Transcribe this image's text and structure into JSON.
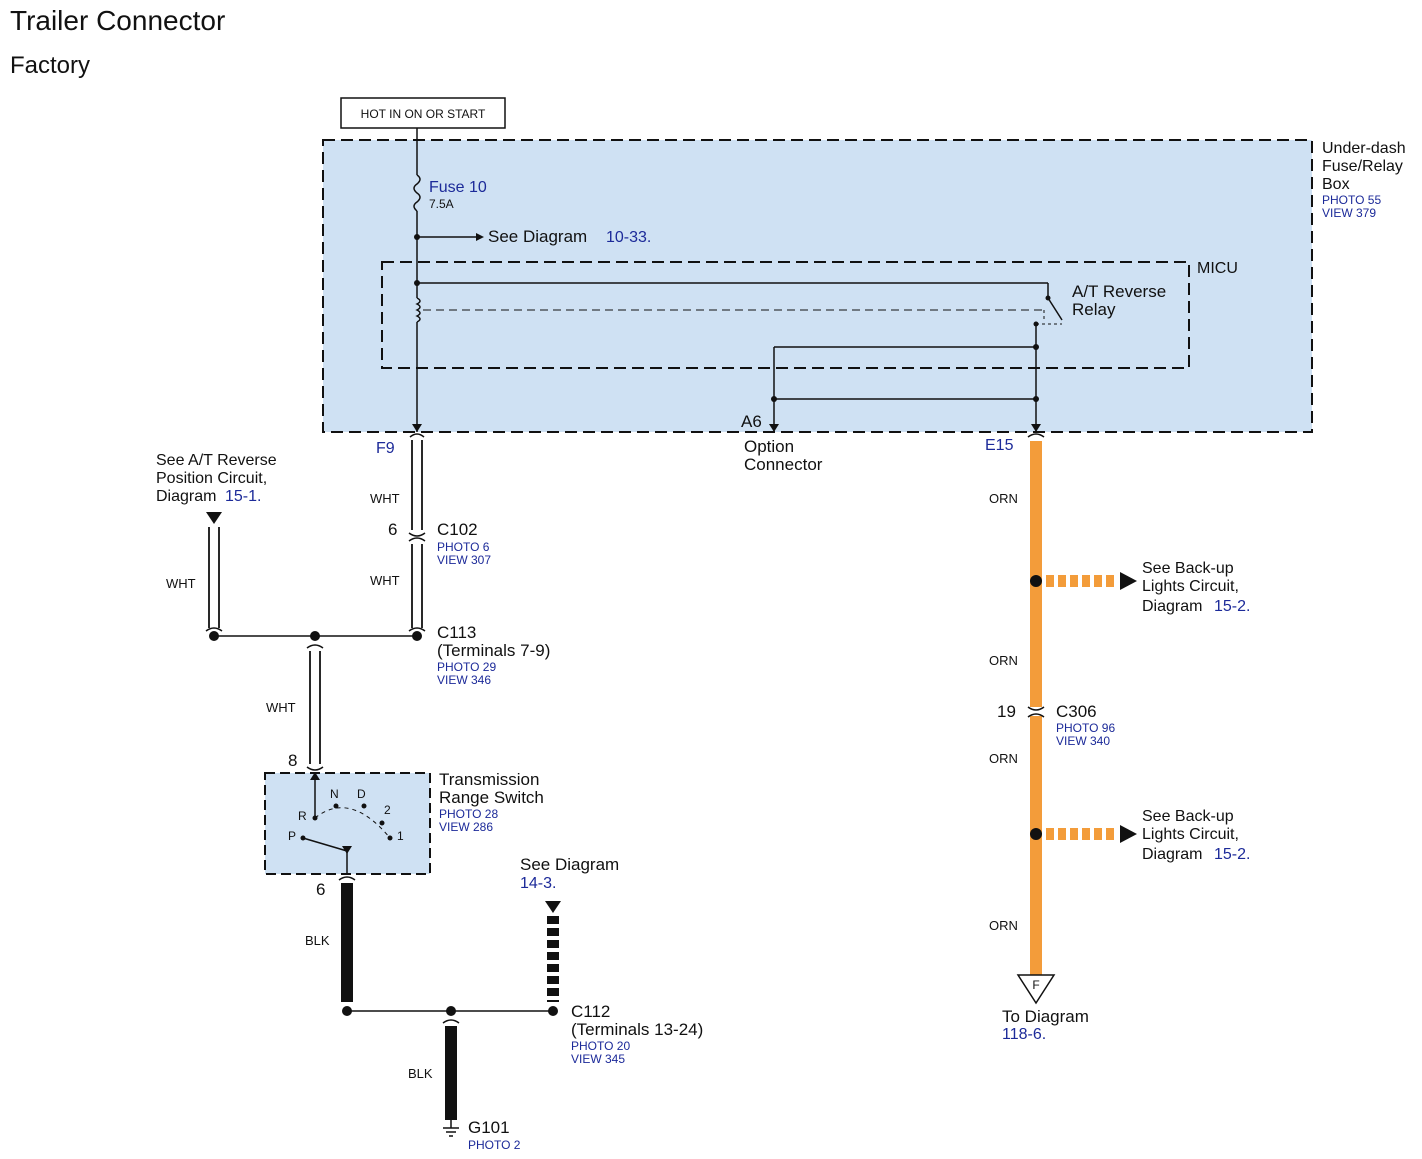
{
  "title": "Trailer Connector",
  "subtitle": "Factory",
  "colors": {
    "box_fill": "#cfe1f3",
    "orange_wire": "#f39c3a",
    "link_blue": "#1c2a99"
  },
  "power_source": "HOT IN ON OR START",
  "fuse_box": {
    "name_line1": "Under-dash",
    "name_line2": "Fuse/Relay",
    "name_line3": "Box",
    "photo": "PHOTO 55",
    "view": "VIEW 379"
  },
  "fuse": {
    "name": "Fuse 10",
    "rating": "7.5A"
  },
  "see_diagram_fuse": {
    "text": "See Diagram",
    "ref": "10-33."
  },
  "micu": "MICU",
  "relay": {
    "line1": "A/T Reverse",
    "line2": "Relay"
  },
  "option_connector": {
    "pin": "A6",
    "line1": "Option",
    "line2": "Connector"
  },
  "terminals": {
    "f9": "F9",
    "e15": "E15"
  },
  "at_reverse_ref": {
    "line1": "See A/T Reverse",
    "line2": "Position Circuit,",
    "line3": "Diagram",
    "ref": "15-1."
  },
  "wire_colors": {
    "wht_upper": "WHT",
    "wht_mid": "WHT",
    "wht_left": "WHT",
    "wht_lower": "WHT",
    "blk_switch": "BLK",
    "blk_ground": "BLK",
    "orn_1": "ORN",
    "orn_2": "ORN",
    "orn_3": "ORN",
    "orn_4": "ORN"
  },
  "c102": {
    "pin": "6",
    "name": "C102",
    "photo": "PHOTO 6",
    "view": "VIEW 307"
  },
  "c113": {
    "name": "C113",
    "terminals": "(Terminals 7-9)",
    "photo": "PHOTO 29",
    "view": "VIEW 346"
  },
  "trs": {
    "pin_top": "8",
    "pin_bottom": "6",
    "line1": "Transmission",
    "line2": "Range Switch",
    "photo": "PHOTO 28",
    "view": "VIEW 286",
    "positions": {
      "r": "R",
      "n": "N",
      "d": "D",
      "two": "2",
      "p": "P",
      "one": "1"
    }
  },
  "see_diagram_14": {
    "text": "See Diagram",
    "ref": "14-3."
  },
  "c112": {
    "name": "C112",
    "terminals": "(Terminals 13-24)",
    "photo": "PHOTO 20",
    "view": "VIEW 345"
  },
  "g101": {
    "name": "G101",
    "photo": "PHOTO 2"
  },
  "backup_1": {
    "line1": "See Back-up",
    "line2": "Lights Circuit,",
    "line3": "Diagram",
    "ref": "15-2."
  },
  "backup_2": {
    "line1": "See Back-up",
    "line2": "Lights Circuit,",
    "line3": "Diagram",
    "ref": "15-2."
  },
  "c306": {
    "pin": "19",
    "name": "C306",
    "photo": "PHOTO 96",
    "view": "VIEW 340"
  },
  "to_diagram": {
    "letter": "F",
    "text": "To Diagram",
    "ref": "118-6."
  }
}
